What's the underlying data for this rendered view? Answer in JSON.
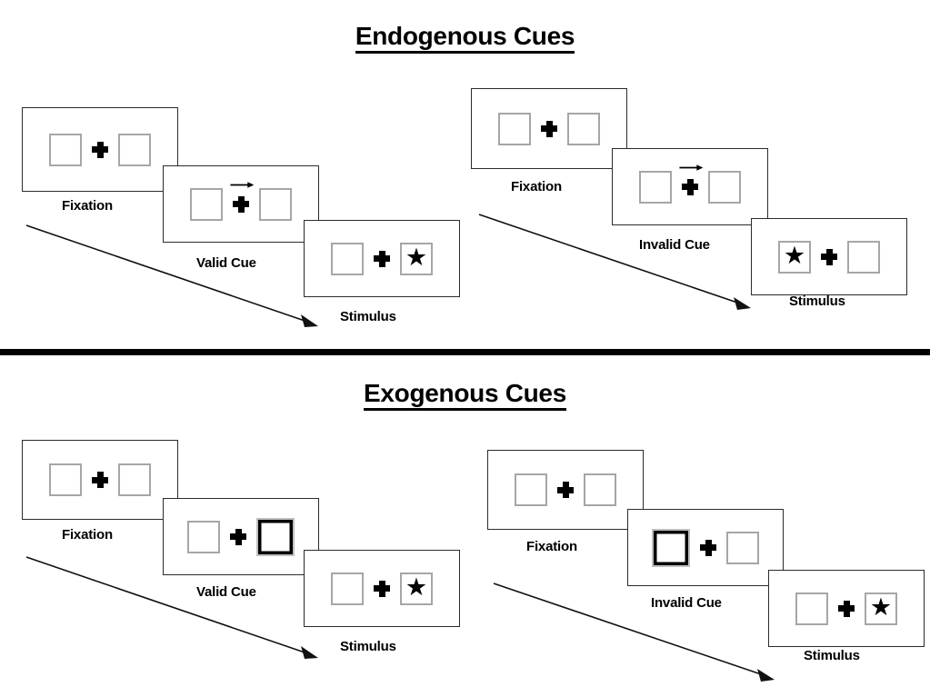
{
  "sections": [
    {
      "id": "endogenous",
      "title": "Endogenous Cues",
      "sequences": [
        {
          "id": "endogenous-valid",
          "steps": [
            {
              "caption": "Fixation",
              "cue_type": "none",
              "left_content": "empty",
              "right_content": "empty"
            },
            {
              "caption": "Valid Cue",
              "cue_type": "arrow",
              "arrow_direction": "right",
              "left_content": "empty",
              "right_content": "empty"
            },
            {
              "caption": "Stimulus",
              "cue_type": "none",
              "left_content": "empty",
              "right_content": "star"
            }
          ]
        },
        {
          "id": "endogenous-invalid",
          "steps": [
            {
              "caption": "Fixation",
              "cue_type": "none",
              "left_content": "empty",
              "right_content": "empty"
            },
            {
              "caption": "Invalid Cue",
              "cue_type": "arrow",
              "arrow_direction": "right",
              "left_content": "empty",
              "right_content": "empty"
            },
            {
              "caption": "Stimulus",
              "cue_type": "none",
              "left_content": "star",
              "right_content": "empty"
            }
          ]
        }
      ]
    },
    {
      "id": "exogenous",
      "title": "Exogenous Cues",
      "sequences": [
        {
          "id": "exogenous-valid",
          "steps": [
            {
              "caption": "Fixation",
              "cue_type": "none",
              "left_content": "empty",
              "right_content": "empty"
            },
            {
              "caption": "Valid Cue",
              "cue_type": "box-highlight",
              "highlight_side": "right",
              "left_content": "empty",
              "right_content": "empty"
            },
            {
              "caption": "Stimulus",
              "cue_type": "none",
              "left_content": "empty",
              "right_content": "star"
            }
          ]
        },
        {
          "id": "exogenous-invalid",
          "steps": [
            {
              "caption": "Fixation",
              "cue_type": "none",
              "left_content": "empty",
              "right_content": "empty"
            },
            {
              "caption": "Invalid Cue",
              "cue_type": "box-highlight",
              "highlight_side": "left",
              "left_content": "empty",
              "right_content": "empty"
            },
            {
              "caption": "Stimulus",
              "cue_type": "none",
              "left_content": "empty",
              "right_content": "star"
            }
          ]
        }
      ]
    }
  ],
  "glyphs": {
    "star": "★",
    "plus": "fixation-cross",
    "arrow": "→"
  },
  "colors": {
    "panel_border": "#2b2b2b",
    "box_border": "#a6a6a6",
    "cue_box_border": "#000000",
    "ink": "#000000",
    "background": "#ffffff",
    "divider": "#000000"
  }
}
